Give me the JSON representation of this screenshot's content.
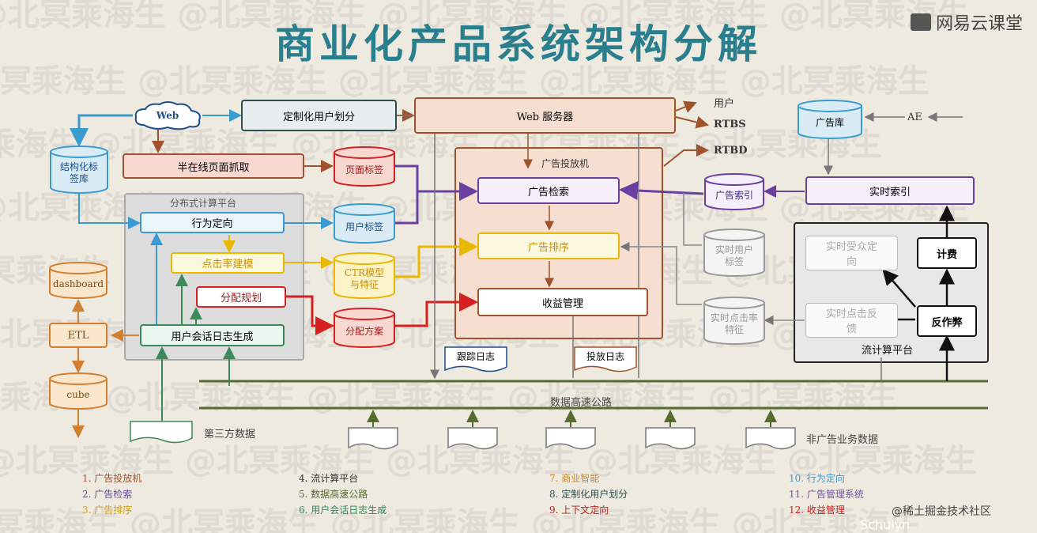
{
  "title": "商业化产品系统架构分解",
  "logo": "网易云课堂",
  "watermark": "@北冥乘海生",
  "nodes": {
    "web": "Web",
    "user_division": "定制化用户划分",
    "web_server": "Web 服务器",
    "user_out": "用户",
    "rtbs": "RTBS",
    "rtbd": "RTBD",
    "ad_db": "广告库",
    "ae": "AE",
    "struct_tag_db": "结构化标签库",
    "offline_crawl": "半在线页面抓取",
    "page_tags": "页面标签",
    "ad_server": "广告投放机",
    "ad_retrieval": "广告检索",
    "ad_ranking": "广告排序",
    "revenue_mgmt": "收益管理",
    "ad_index": "广告索引",
    "realtime_index": "实时索引",
    "dist_platform": "分布式计算平台",
    "behavior_targeting": "行为定向",
    "ctr_model": "点击率建模",
    "alloc_planning": "分配规划",
    "session_log": "用户会话日志生成",
    "user_tags": "用户标签",
    "ctr_feature": "CTR模型与特征",
    "alloc_plan": "分配方案",
    "rt_user_tag": "实时用户标签",
    "rt_click_feat": "实时点击率特征",
    "rt_audience": "实时受众定向",
    "rt_click_fb": "实时点击反馈",
    "billing": "计费",
    "anti_fraud": "反作弊",
    "stream_platform": "流计算平台",
    "dashboard": "dashboard",
    "etl": "ETL",
    "cube": "cube",
    "track_log": "跟踪日志",
    "serve_log": "投放日志",
    "data_highway": "数据高速公路",
    "third_party": "第三方数据",
    "non_ad_data": "非广告业务数据"
  },
  "legend": [
    {
      "text": "1. 广告投放机",
      "color": "#a0522d"
    },
    {
      "text": "2. 广告检索",
      "color": "#6a4c93"
    },
    {
      "text": "3. 广告排序",
      "color": "#d4a017"
    },
    {
      "text": "4. 流计算平台",
      "color": "#333333"
    },
    {
      "text": "5. 数据高速公路",
      "color": "#556b2f"
    },
    {
      "text": "6. 用户会话日志生成",
      "color": "#2e8b57"
    },
    {
      "text": "7. 商业智能",
      "color": "#c8882e"
    },
    {
      "text": "8. 定制化用户划分",
      "color": "#2f4f4f"
    },
    {
      "text": "9. 上下文定向",
      "color": "#b22222"
    },
    {
      "text": "10. 行为定向",
      "color": "#3a9bd0"
    },
    {
      "text": "11. 广告管理系统",
      "color": "#7b4fa0"
    },
    {
      "text": "12. 收益管理",
      "color": "#cc2222"
    }
  ],
  "credits": {
    "site": "@稀土掘金技术社区",
    "author": "Schulyn"
  },
  "colors": {
    "title": "#2a7f8e",
    "blue": "#3a9bd0",
    "purple": "#6a3fa0",
    "yellow": "#e8b800",
    "red": "#d42020",
    "brown": "#a0522d",
    "green": "#3a8a5a",
    "olive": "#556b2f",
    "orange": "#d08030"
  }
}
